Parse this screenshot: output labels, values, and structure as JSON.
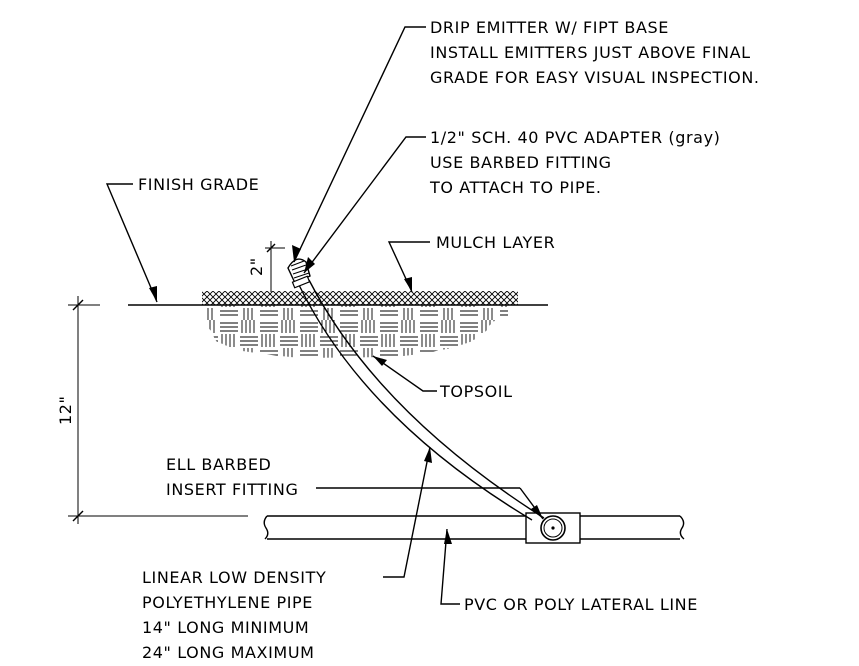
{
  "labels": {
    "drip_emitter": [
      "DRIP EMITTER W/ FIPT BASE",
      "INSTALL EMITTERS JUST ABOVE FINAL",
      "GRADE FOR EASY VISUAL INSPECTION."
    ],
    "pvc_adapter": [
      "1/2\" SCH. 40 PVC ADAPTER (gray)",
      "USE BARBED FITTING",
      "TO ATTACH TO PIPE."
    ],
    "finish_grade": "FINISH GRADE",
    "mulch_layer": "MULCH LAYER",
    "topsoil": "TOPSOIL",
    "ell_fitting": [
      "ELL BARBED",
      "INSERT FITTING"
    ],
    "poly_pipe": [
      "LINEAR LOW DENSITY",
      "POLYETHYLENE PIPE",
      "14\" LONG MINIMUM",
      "24\" LONG MAXIMUM"
    ],
    "lateral_line": "PVC OR POLY LATERAL LINE"
  },
  "dimensions": {
    "emitter_height": "2\"",
    "depth": "12\""
  }
}
